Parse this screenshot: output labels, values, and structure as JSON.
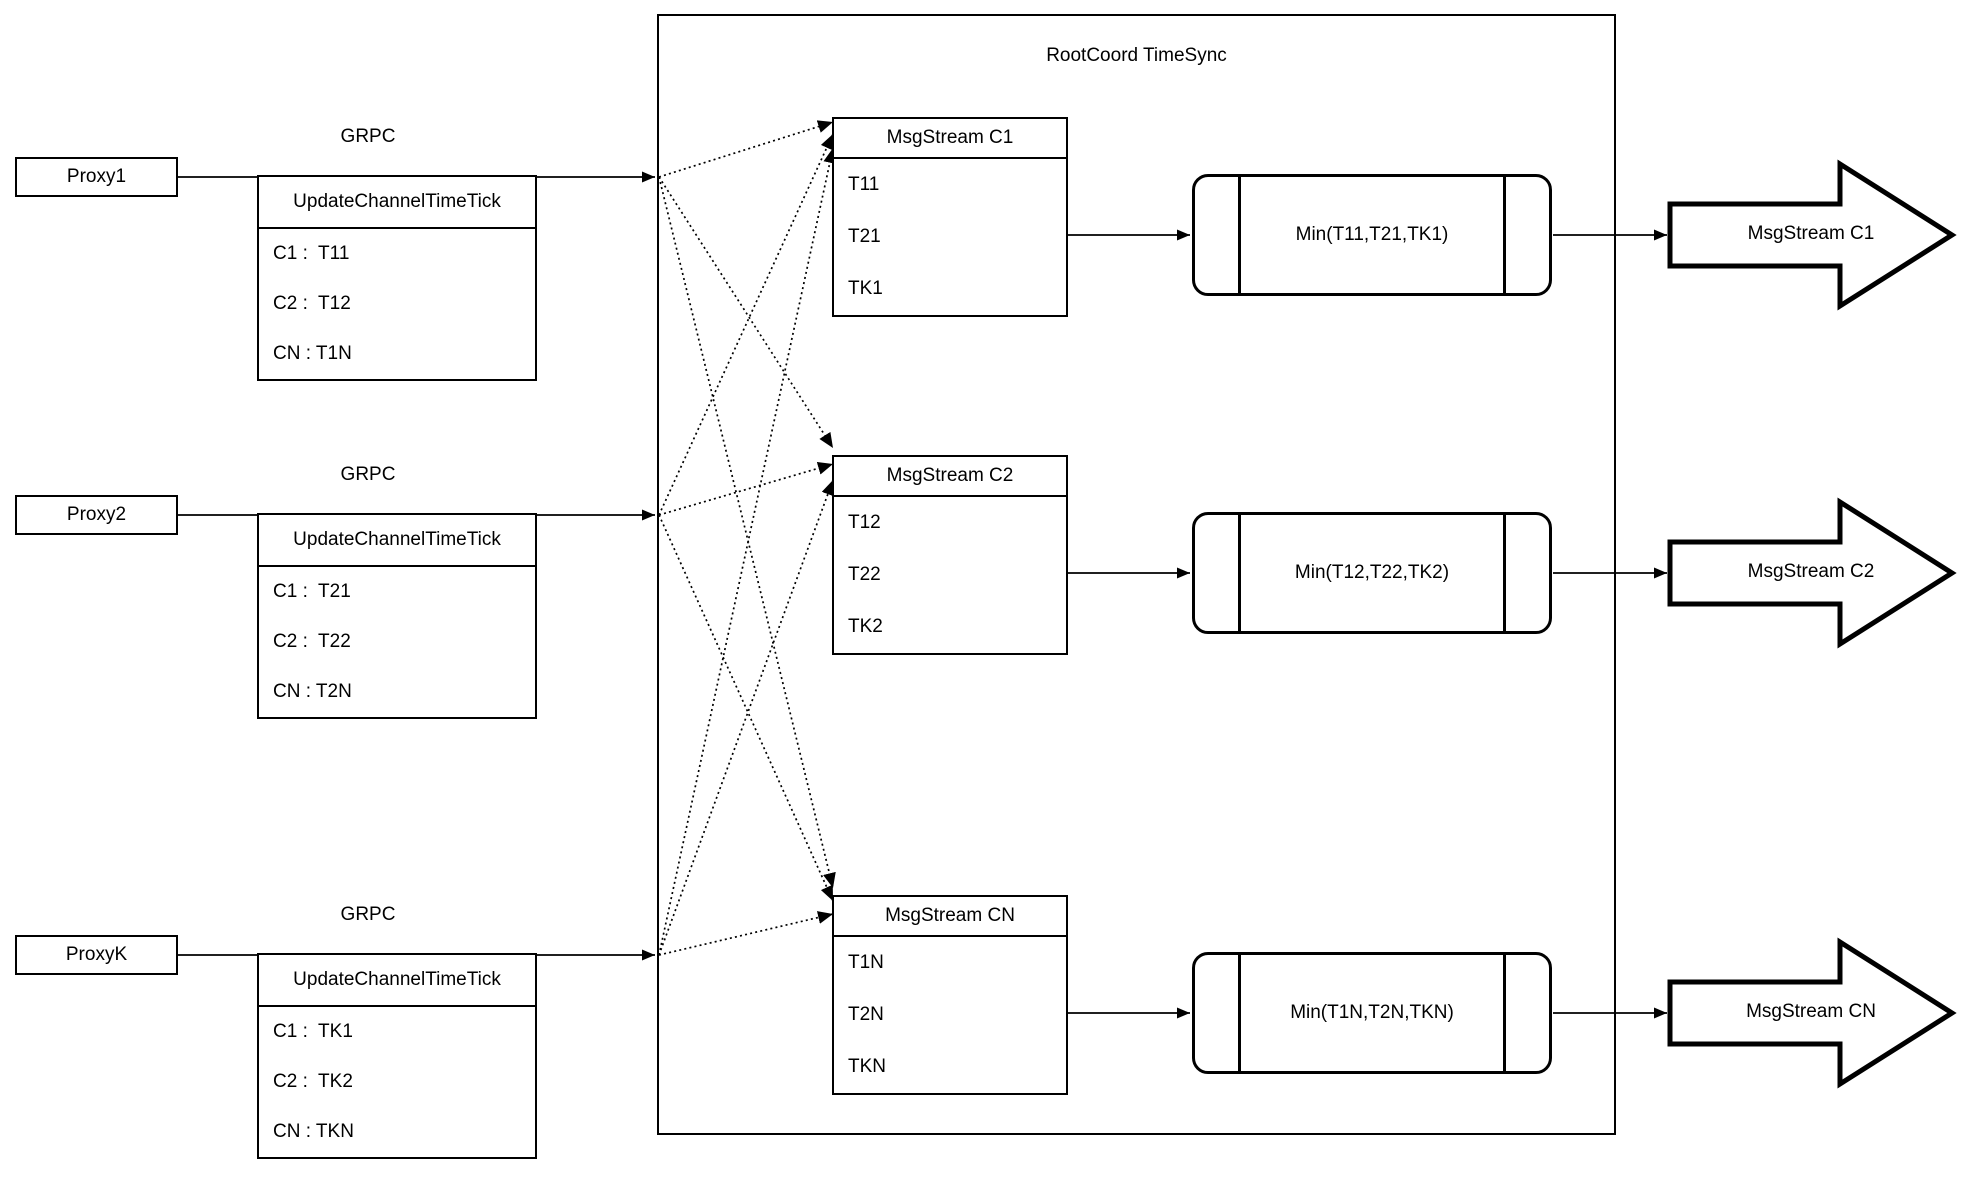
{
  "diagram": {
    "title": "RootCoord TimeSync",
    "grpc_label": "GRPC",
    "colors": {
      "stroke": "#000000",
      "background": "#ffffff"
    },
    "rows": [
      {
        "proxy_label": "Proxy1",
        "tick_table": {
          "header": "UpdateChannelTimeTick",
          "cells": [
            "C1 :  T11",
            "C2 :  T12",
            "CN : T1N"
          ]
        },
        "stream_table": {
          "header": "MsgStream C1",
          "cells": [
            "T11",
            "T21",
            "TK1"
          ]
        },
        "min_label": "Min(T11,T21,TK1)",
        "output_label": "MsgStream C1"
      },
      {
        "proxy_label": "Proxy2",
        "tick_table": {
          "header": "UpdateChannelTimeTick",
          "cells": [
            "C1 :  T21",
            "C2 :  T22",
            "CN : T2N"
          ]
        },
        "stream_table": {
          "header": "MsgStream C2",
          "cells": [
            "T12",
            "T22",
            "TK2"
          ]
        },
        "min_label": "Min(T12,T22,TK2)",
        "output_label": "MsgStream C2"
      },
      {
        "proxy_label": "ProxyK",
        "tick_table": {
          "header": "UpdateChannelTimeTick",
          "cells": [
            "C1 :  TK1",
            "C2 :  TK2",
            "CN : TKN"
          ]
        },
        "stream_table": {
          "header": "MsgStream CN",
          "cells": [
            "T1N",
            "T2N",
            "TKN"
          ]
        },
        "min_label": "Min(T1N,T2N,TKN)",
        "output_label": "MsgStream CN"
      }
    ]
  }
}
